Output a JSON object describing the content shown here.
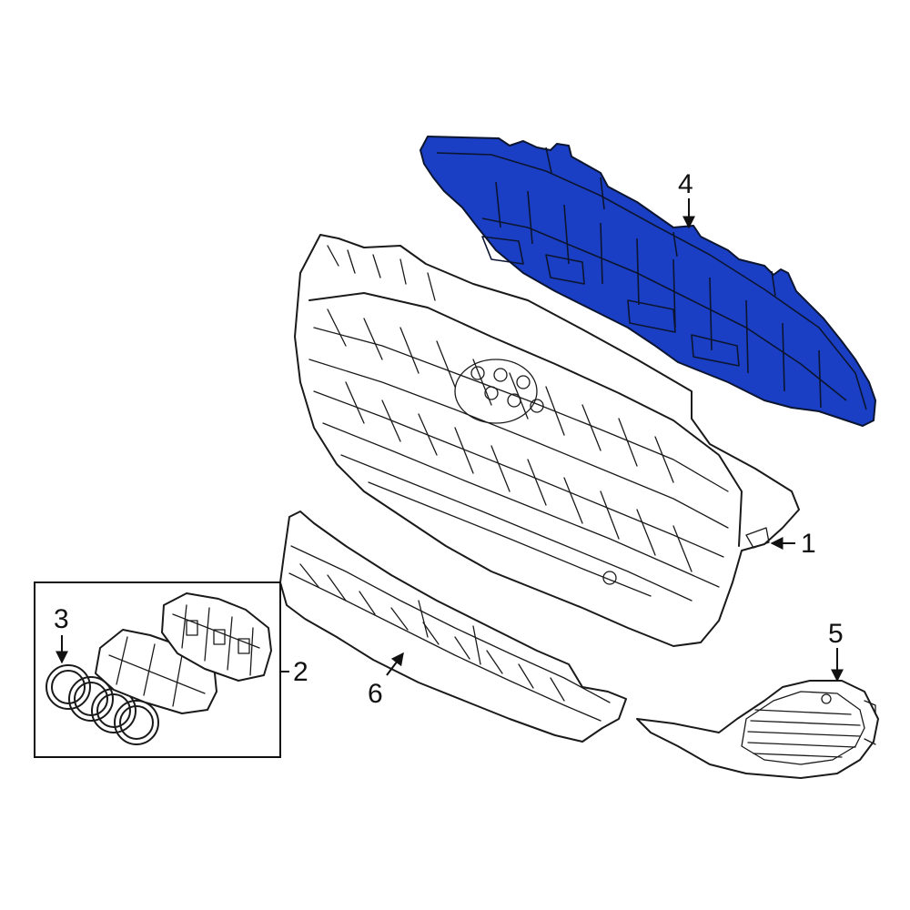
{
  "callouts": {
    "c1": "1",
    "c2": "2",
    "c3": "3",
    "c4": "4",
    "c5": "5",
    "c6": "6"
  },
  "colors": {
    "highlight": "#1a3fc4",
    "line": "#1a1a1a",
    "background": "#ffffff"
  },
  "parts": [
    {
      "callout": "1",
      "name": "grille-assembly-icon"
    },
    {
      "callout": "2",
      "name": "emblem-kit-icon"
    },
    {
      "callout": "3",
      "name": "rings-emblem-icon"
    },
    {
      "callout": "4",
      "name": "upper-reinforcement-icon",
      "highlighted": true
    },
    {
      "callout": "5",
      "name": "fog-lamp-cover-icon"
    },
    {
      "callout": "6",
      "name": "lower-grille-icon"
    }
  ]
}
